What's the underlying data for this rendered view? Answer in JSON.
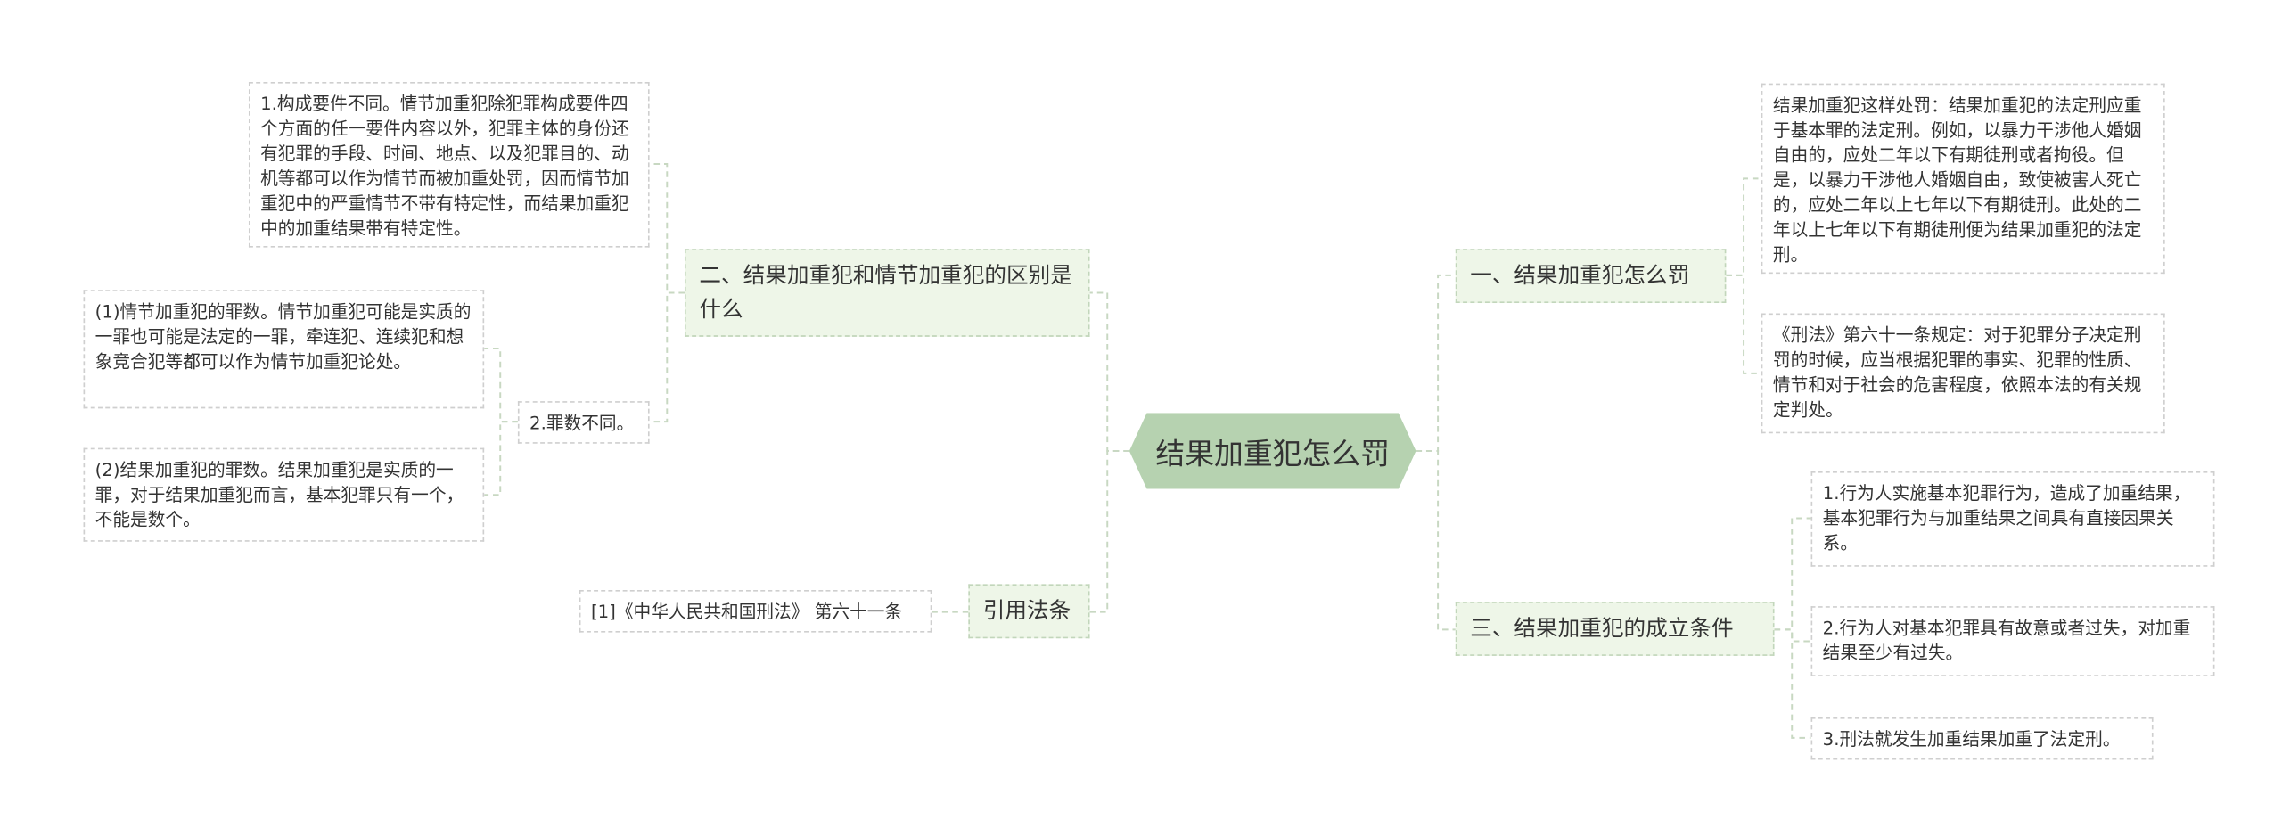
{
  "mindmap": {
    "root": "结果加重犯怎么罚",
    "branch_1": {
      "label": "一、结果加重犯怎么罚",
      "leaf_1": "结果加重犯这样处罚：结果加重犯的法定刑应重于基本罪的法定刑。例如，以暴力干涉他人婚姻自由的，应处二年以下有期徒刑或者拘役。但是，以暴力干涉他人婚姻自由，致使被害人死亡的，应处二年以上七年以下有期徒刑。此处的二年以上七年以下有期徒刑便为结果加重犯的法定刑。",
      "leaf_2": "《刑法》第六十一条规定：对于犯罪分子决定刑罚的时候，应当根据犯罪的事实、犯罪的性质、情节和对于社会的危害程度，依照本法的有关规定判处。"
    },
    "branch_2": {
      "label": "二、结果加重犯和情节加重犯的区别是什么",
      "leaf_1": "1.构成要件不同。情节加重犯除犯罪构成要件四个方面的任一要件内容以外，犯罪主体的身份还有犯罪的手段、时间、地点、以及犯罪目的、动机等都可以作为情节而被加重处罚，因而情节加重犯中的严重情节不带有特定性，而结果加重犯中的加重结果带有特定性。",
      "leaf_2": {
        "label": "2.罪数不同。",
        "sub_1": "(1)情节加重犯的罪数。情节加重犯可能是实质的一罪也可能是法定的一罪，牵连犯、连续犯和想象竞合犯等都可以作为情节加重犯论处。",
        "sub_2": "(2)结果加重犯的罪数。结果加重犯是实质的一罪，对于结果加重犯而言，基本犯罪只有一个，不能是数个。"
      }
    },
    "branch_3": {
      "label": "三、结果加重犯的成立条件",
      "leaf_1": "1.行为人实施基本犯罪行为，造成了加重结果，基本犯罪行为与加重结果之间具有直接因果关系。",
      "leaf_2": "2.行为人对基本犯罪具有故意或者过失，对加重结果至少有过失。",
      "leaf_3": "3.刑法就发生加重结果加重了法定刑。"
    },
    "branch_4": {
      "label": "引用法条",
      "leaf_1": "[1]《中华人民共和国刑法》 第六十一条"
    }
  },
  "colors": {
    "root_fill": "#b6d2b0",
    "branch_fill": "#eef6e8",
    "branch_border": "#c2d6bb",
    "leaf_border": "#cfcfcf",
    "connector": "#c8d8c2",
    "text": "#333333"
  }
}
